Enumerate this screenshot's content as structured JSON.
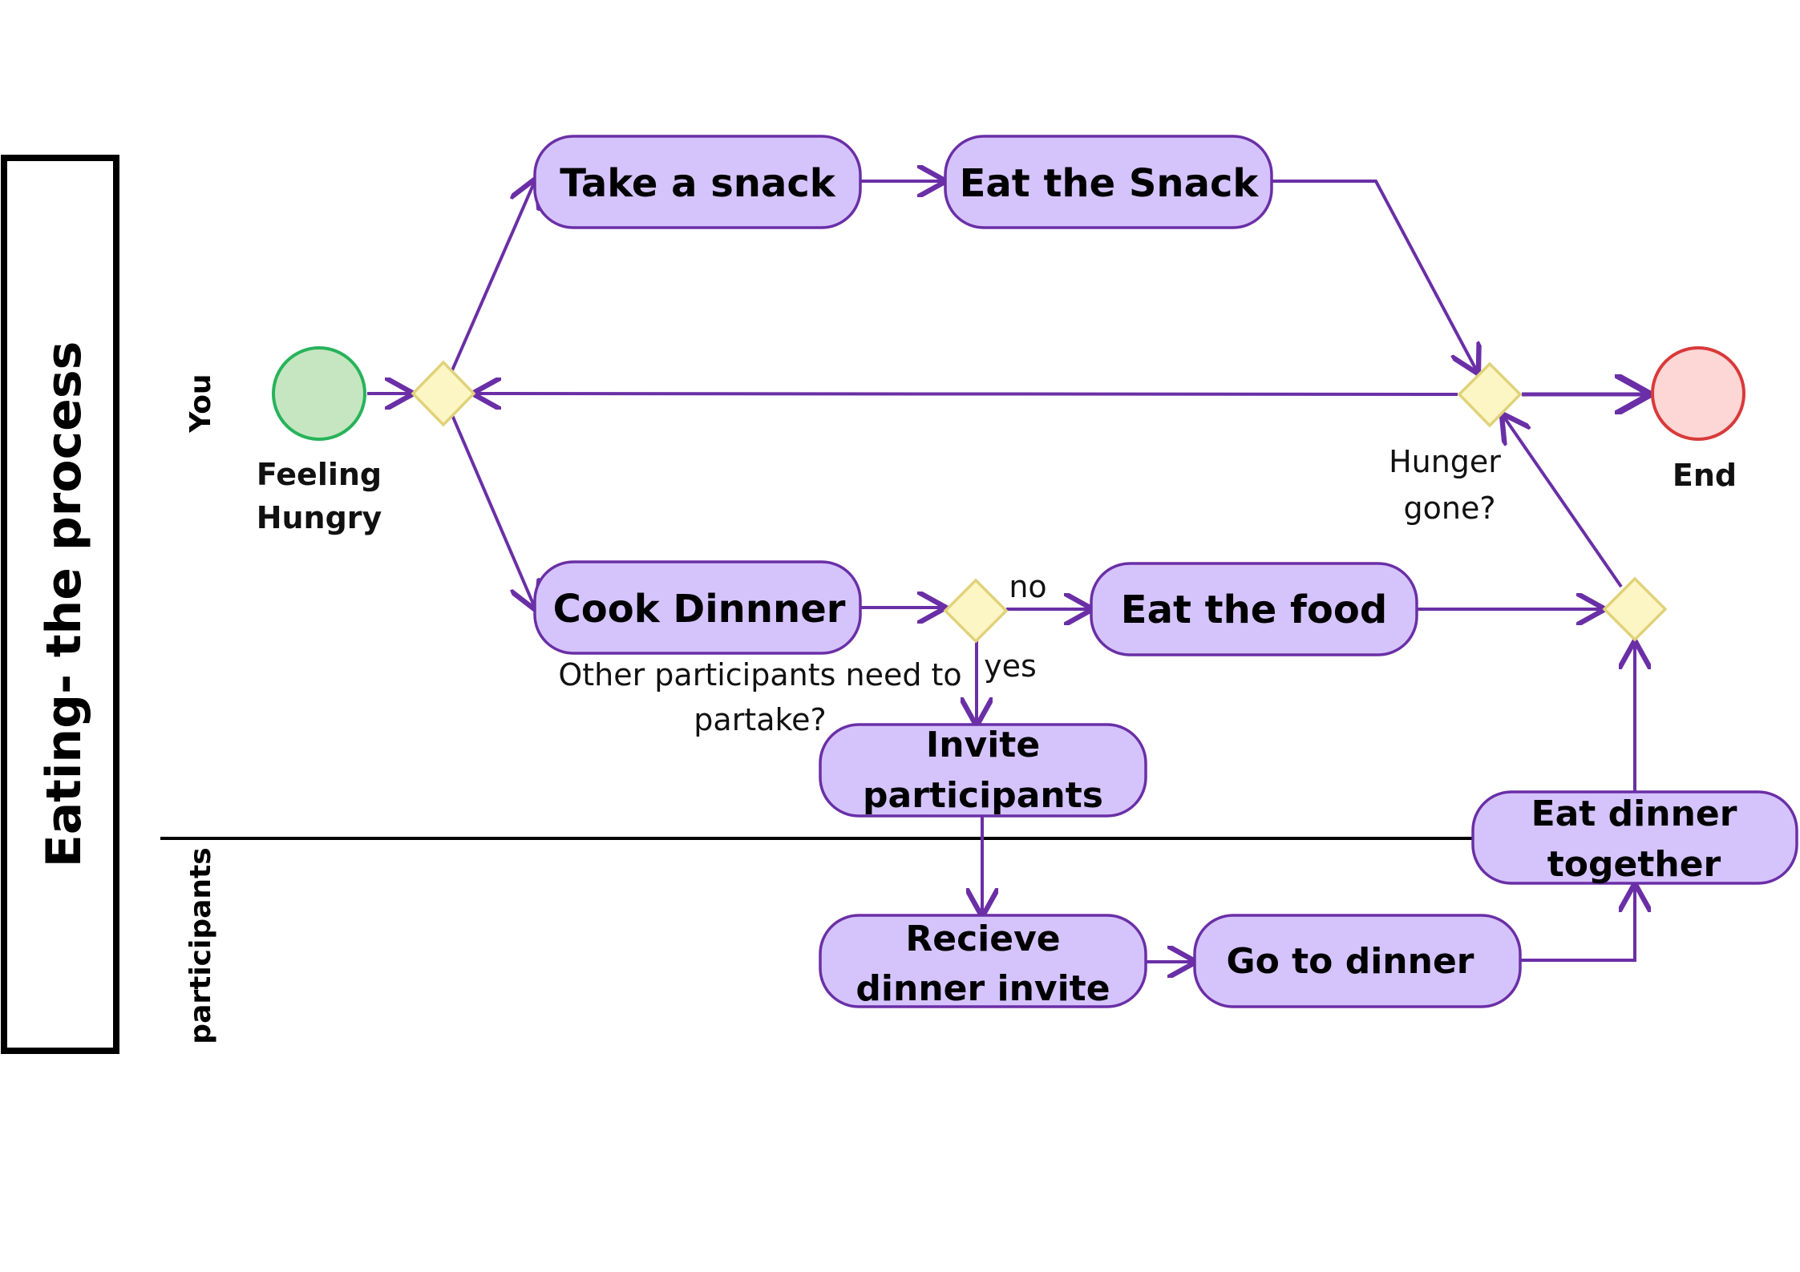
{
  "diagram": {
    "title": "Eating- the process",
    "lanes": [
      "You",
      "participants"
    ],
    "start": {
      "line1": "Feeling",
      "line2": "Hungry"
    },
    "end": {
      "label": "End"
    },
    "nodes": {
      "take_snack": "Take a snack",
      "eat_snack": "Eat the Snack",
      "cook_dinner": "Cook Dinnner",
      "eat_food": "Eat the food",
      "invite_line1": "Invite",
      "invite_line2": "participants",
      "eat_together_line1": "Eat dinner",
      "eat_together_line2": "together",
      "receive_line1": "Recieve",
      "receive_line2": "dinner invite",
      "go_dinner": "Go to dinner"
    },
    "labels": {
      "hunger_line1": "Hunger",
      "hunger_line2": "gone?",
      "other_line1": "Other participants need to",
      "other_line2": "partake?",
      "no": "no",
      "yes": "yes"
    },
    "colors": {
      "node_fill": "#d5c4fc",
      "node_stroke": "#6a2fa6",
      "start_fill": "#c6e6c2",
      "start_stroke": "#27b35a",
      "end_fill": "#fdd6d6",
      "end_stroke": "#d93a3a",
      "decision_fill": "#fcf6c4"
    }
  }
}
